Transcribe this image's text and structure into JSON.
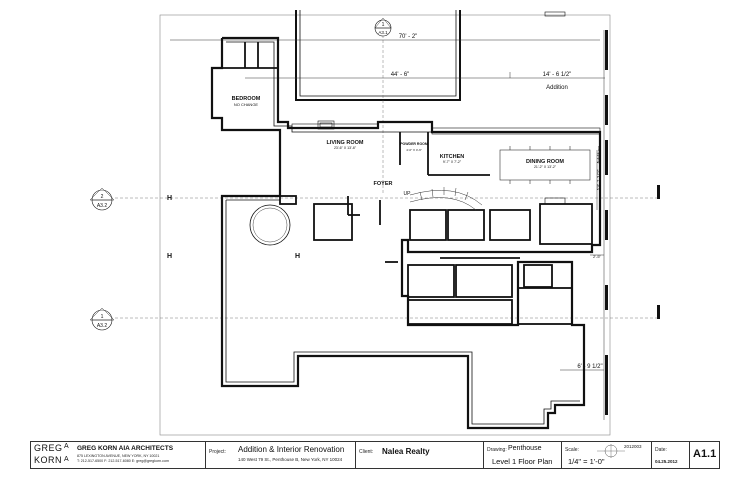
{
  "rooms": {
    "bedroom": {
      "name": "BEDROOM",
      "note": "NO CHANGE"
    },
    "living": {
      "name": "LIVING ROOM",
      "dims": "23'-6\" X 13'-6\""
    },
    "powder": {
      "name": "POWDER ROOM",
      "dims": "4'-0\" X 4'-6\""
    },
    "kitchen": {
      "name": "KITCHEN",
      "dims": "9'-7\" X 7'-2\""
    },
    "dining": {
      "name": "DINING ROOM",
      "dims": "21'-2\" X 13'-2\""
    },
    "foyer": {
      "name": "FOYER"
    },
    "stair": {
      "label": "UP"
    }
  },
  "dimensions": {
    "top_overall": "70' - 2\"",
    "mid_overall": "44' - 6\"",
    "addition_width": "14' - 6 1/2\"",
    "addition_label": "Addition",
    "right_vertical": "13'-7 1/2\"",
    "right_addition": "Addition",
    "right_small": "2'-5\"",
    "lower_right": "6' - 9 1/2\""
  },
  "markers": {
    "top": {
      "num": "1",
      "sheet": "A3.1"
    },
    "left_upper": {
      "num": "2",
      "sheet": "A3.2"
    },
    "left_lower": {
      "num": "1",
      "sheet": "A3.2"
    }
  },
  "title_block": {
    "logo_top": "GREG",
    "logo_mid": "A",
    "logo_bottom": "KORN",
    "logo_right": "A",
    "firm": "GREG KORN AIA ARCHITECTS",
    "firm_addr": "875 LEXINGTON AVENUE, NEW YORK, NY 10021",
    "firm_contact": "T: 212-517-6500  F: 212-517-6080  E: greg@gregkorn.com",
    "project_label": "Project:",
    "project_name": "Addition & Interior  Renovation",
    "project_addr": "140 West 79 St., Penthouse B, New York, NY 10024",
    "client_label": "Client:",
    "client_name": "Nalea Realty",
    "drawing_label": "Drawing:",
    "drawing_line1": "Penthouse",
    "drawing_line2": "Level 1 Floor Plan",
    "scale_label": "Scale:",
    "scale_value": "1/4\" = 1'-0\"",
    "project_no": "2012003",
    "date_label": "Date:",
    "date_value": "04.25.2012",
    "sheet": "A1.1"
  }
}
